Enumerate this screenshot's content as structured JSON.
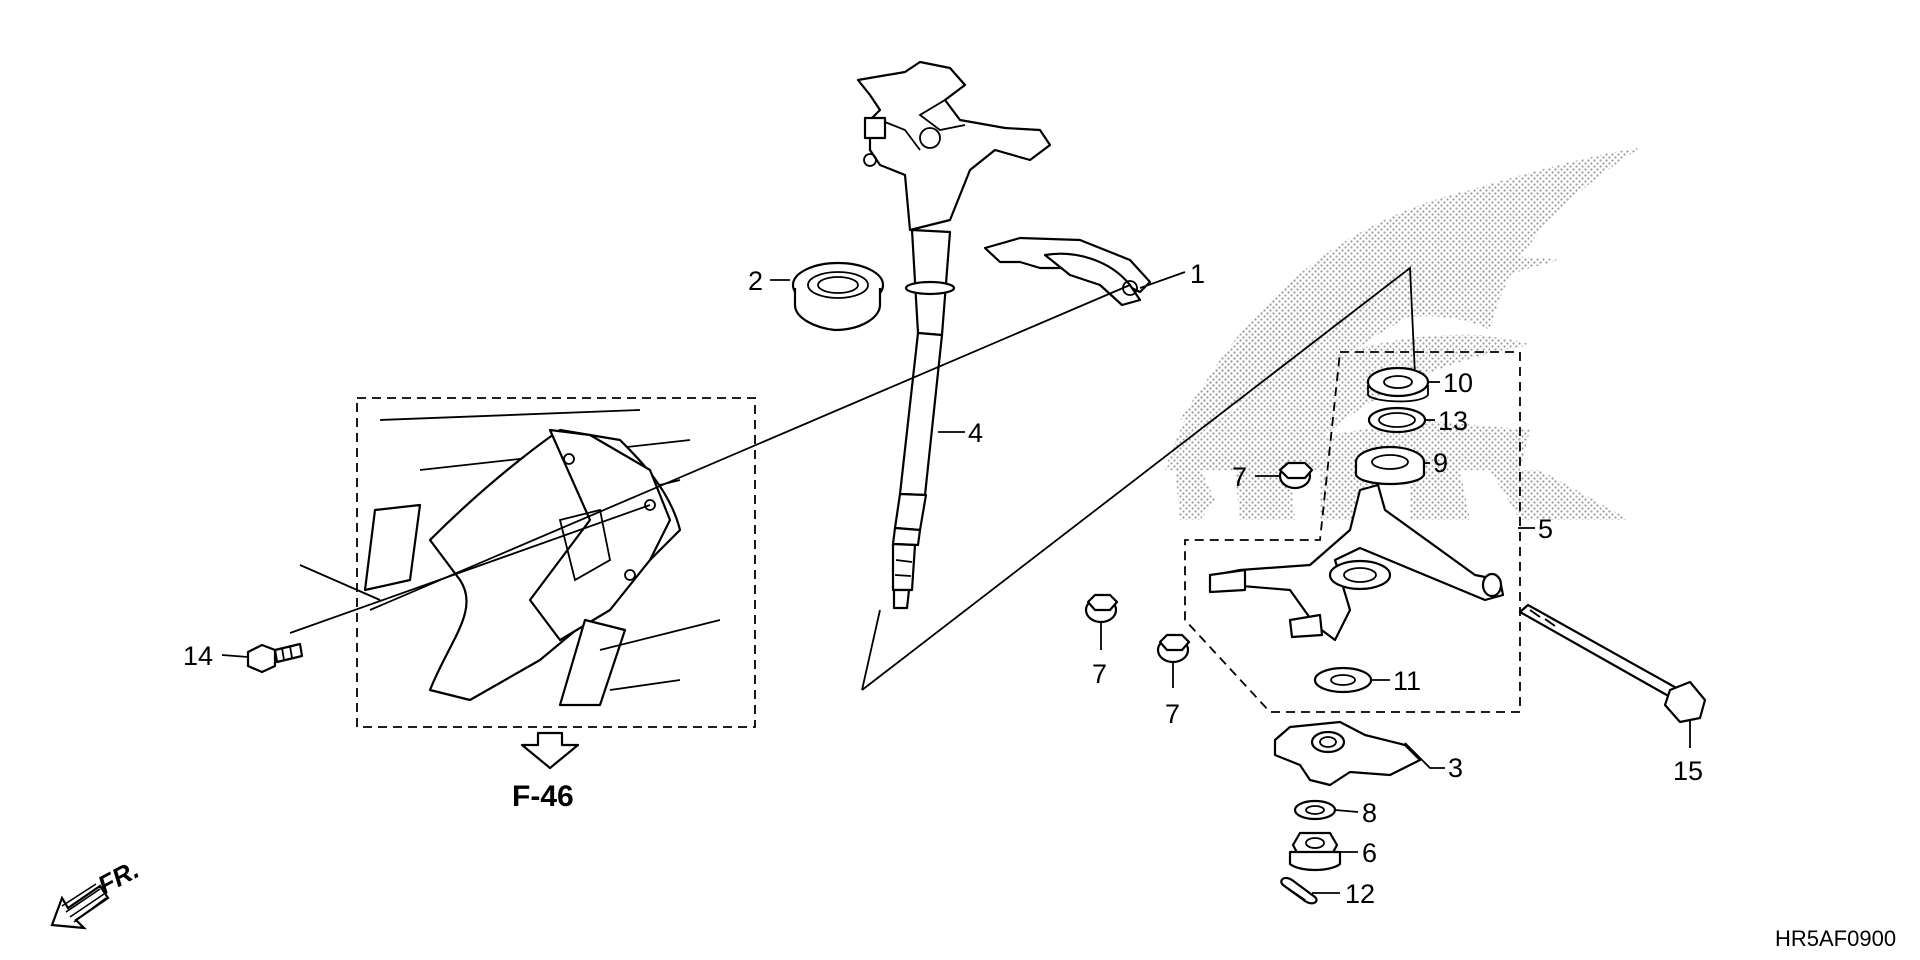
{
  "diagram": {
    "callouts": {
      "c1": "1",
      "c2": "2",
      "c3": "3",
      "c4": "4",
      "c5": "5",
      "c6": "6",
      "c7a": "7",
      "c7b": "7",
      "c7c": "7",
      "c8": "8",
      "c9": "9",
      "c10": "10",
      "c11": "11",
      "c12": "12",
      "c13": "13",
      "c14": "14",
      "c15": "15"
    },
    "reference": "F-46",
    "direction": "FR.",
    "code": "HR5AF0900"
  },
  "colors": {
    "line": "#000000",
    "watermark": "#9a9a9a",
    "background": "#ffffff"
  },
  "icons": [
    "down-arrow-icon",
    "front-direction-arrow-icon"
  ]
}
